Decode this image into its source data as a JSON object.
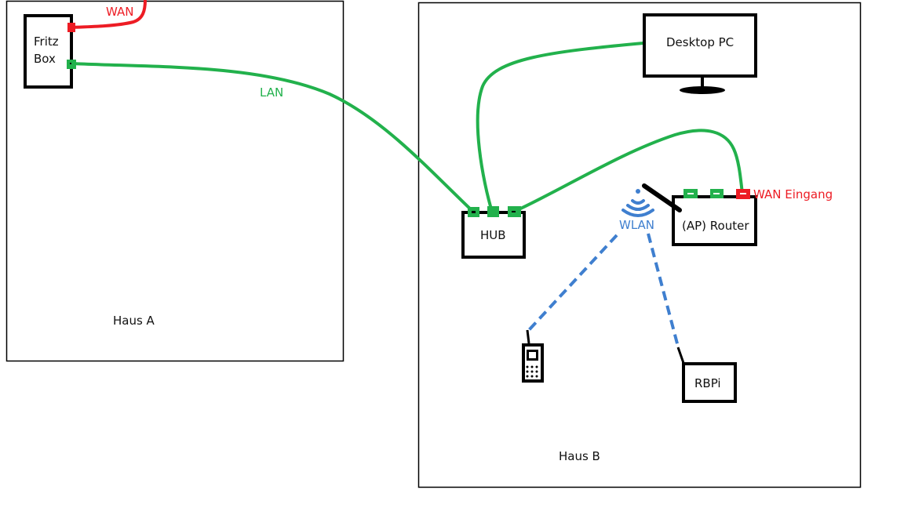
{
  "diagram": {
    "houses": [
      {
        "id": "haus-a",
        "label": "Haus A"
      },
      {
        "id": "haus-b",
        "label": "Haus B"
      }
    ],
    "devices": {
      "fritzbox": {
        "label_line1": "Fritz",
        "label_line2": "Box"
      },
      "hub": {
        "label": "HUB"
      },
      "desktop_pc": {
        "label": "Desktop PC"
      },
      "router": {
        "label": "(AP) Router"
      },
      "rbpi": {
        "label": "RBPi"
      },
      "phone": {
        "icon": "mobile-phone-icon"
      }
    },
    "connection_labels": {
      "wan": "WAN",
      "lan": "LAN",
      "wlan": "WLAN",
      "wan_eingang": "WAN Eingang"
    },
    "colors": {
      "wan": "#ed1c24",
      "lan": "#22b14c",
      "wlan": "#3f7fcf",
      "device_outline": "#000000"
    }
  }
}
